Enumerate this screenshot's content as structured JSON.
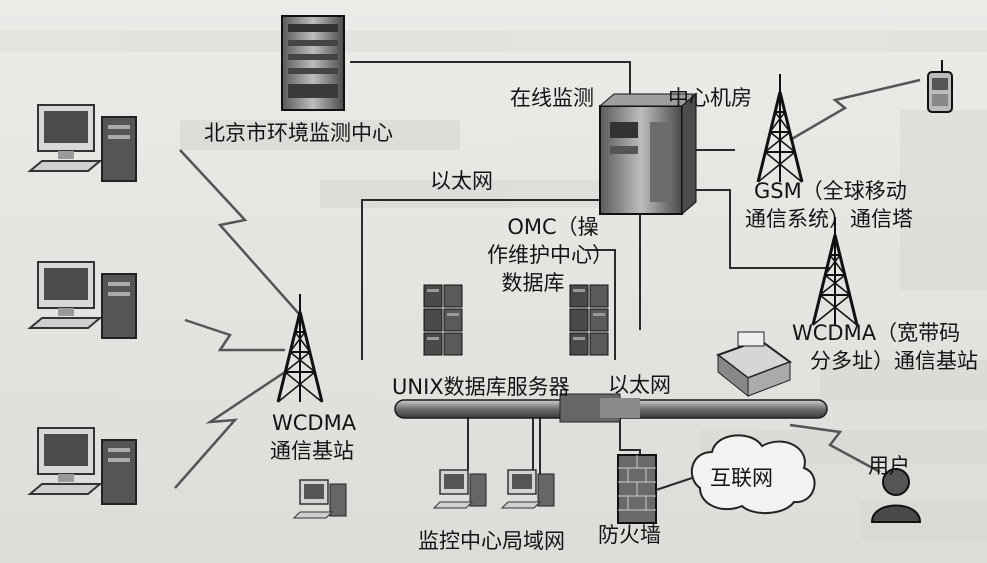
{
  "diagram": {
    "labels": {
      "beijing_center": "北京市环境监测中心",
      "online_monitor": "在线监测",
      "central_room": "中心机房",
      "ethernet_top": "以太网",
      "omc_line1": "OMC（操",
      "omc_line2": "作维护中心）",
      "omc_line3": "数据库",
      "gsm_line1": "GSM（全球移动",
      "gsm_line2": "通信系统）通信塔",
      "wcdma_right_line1": "WCDMA（宽带码",
      "wcdma_right_line2": "分多址）通信基站",
      "unix_server": "UNIX数据库服务器",
      "ethernet_bottom": "以太网",
      "wcdma_left_line1": "WCDMA",
      "wcdma_left_line2": "通信基站",
      "internet": "互联网",
      "user": "用户",
      "firewall": "防火墙",
      "lan": "监控中心局域网"
    }
  }
}
